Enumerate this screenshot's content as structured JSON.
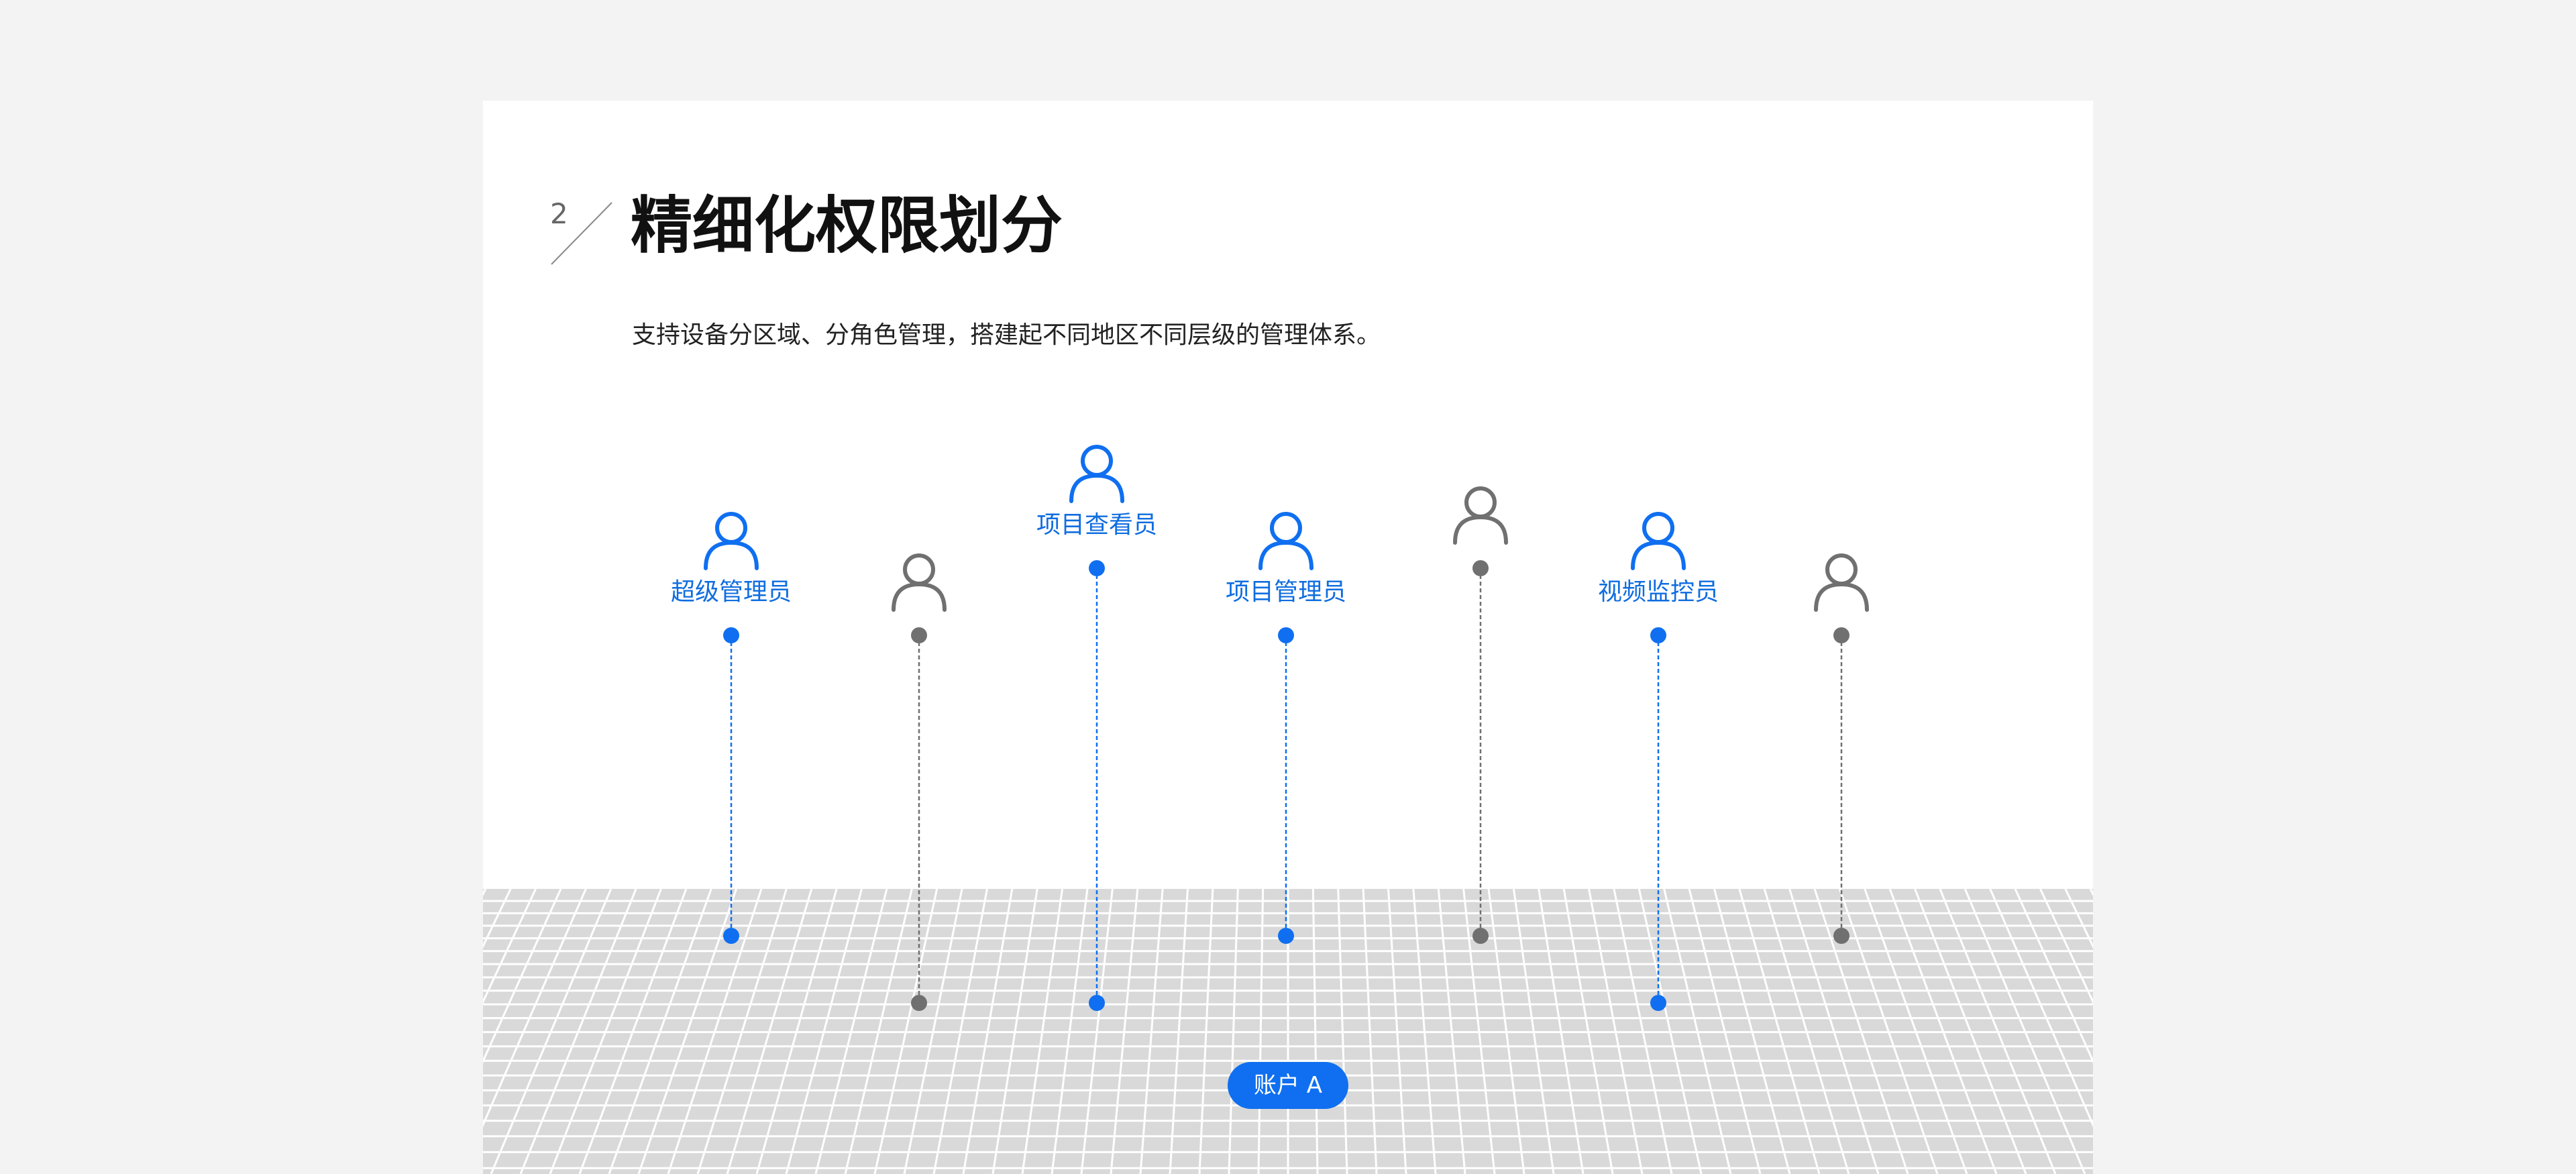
{
  "section": {
    "number": "2",
    "title": "精细化权限划分",
    "description": "支持设备分区域、分角色管理，搭建起不同地区不同层级的管理体系。"
  },
  "colors": {
    "accent": "#0f6ff0",
    "inactive": "#707070",
    "floor": "#d9d9d9"
  },
  "roles": [
    {
      "label": "超级管理员",
      "active": true,
      "icon": "user-icon"
    },
    {
      "label": "",
      "active": false,
      "icon": "user-icon"
    },
    {
      "label": "项目查看员",
      "active": true,
      "icon": "user-icon"
    },
    {
      "label": "项目管理员",
      "active": true,
      "icon": "user-icon"
    },
    {
      "label": "",
      "active": false,
      "icon": "user-icon"
    },
    {
      "label": "视频监控员",
      "active": true,
      "icon": "user-icon"
    },
    {
      "label": "",
      "active": false,
      "icon": "user-icon"
    }
  ],
  "account": {
    "label": "账户 A"
  }
}
